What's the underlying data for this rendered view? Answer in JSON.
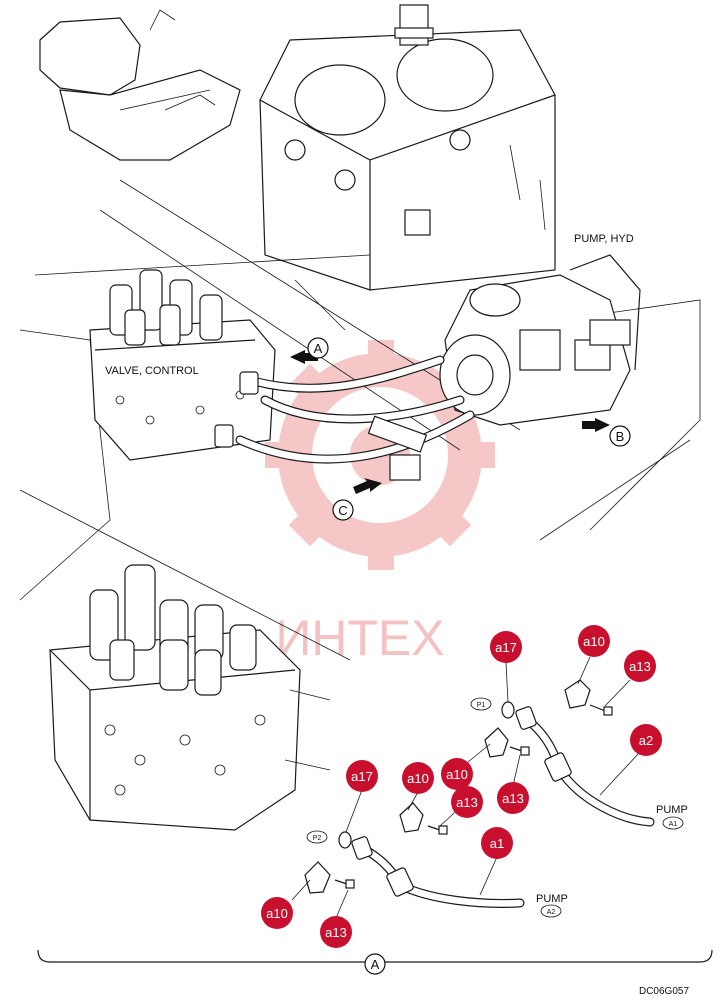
{
  "labels": {
    "pump_hyd": "PUMP, HYD",
    "valve_control": "VALVE, CONTROL",
    "pump_top": "PUMP",
    "pump_bottom": "PUMP",
    "port_a1": "A1",
    "port_a2": "A2",
    "port_p1": "P1",
    "port_p2": "P2",
    "view_a": "A",
    "view_b": "B",
    "view_c": "C",
    "detail_a": "A",
    "drawing_code": "DC06G057",
    "watermark": "ИНТЕХ"
  },
  "callouts": {
    "a17_top": "a17",
    "a10_top": "a10",
    "a13_top": "a13",
    "a2": "a2",
    "a17_mid": "a17",
    "a10_mid1": "a10",
    "a10_mid2": "a10",
    "a13_mid1": "a13",
    "a13_mid2": "a13",
    "a1": "a1",
    "a10_bot": "a10",
    "a13_bot": "a13"
  },
  "colors": {
    "callout_fill": "#c8102e",
    "watermark": "#f4c2c2",
    "line": "#1a1a1a"
  }
}
